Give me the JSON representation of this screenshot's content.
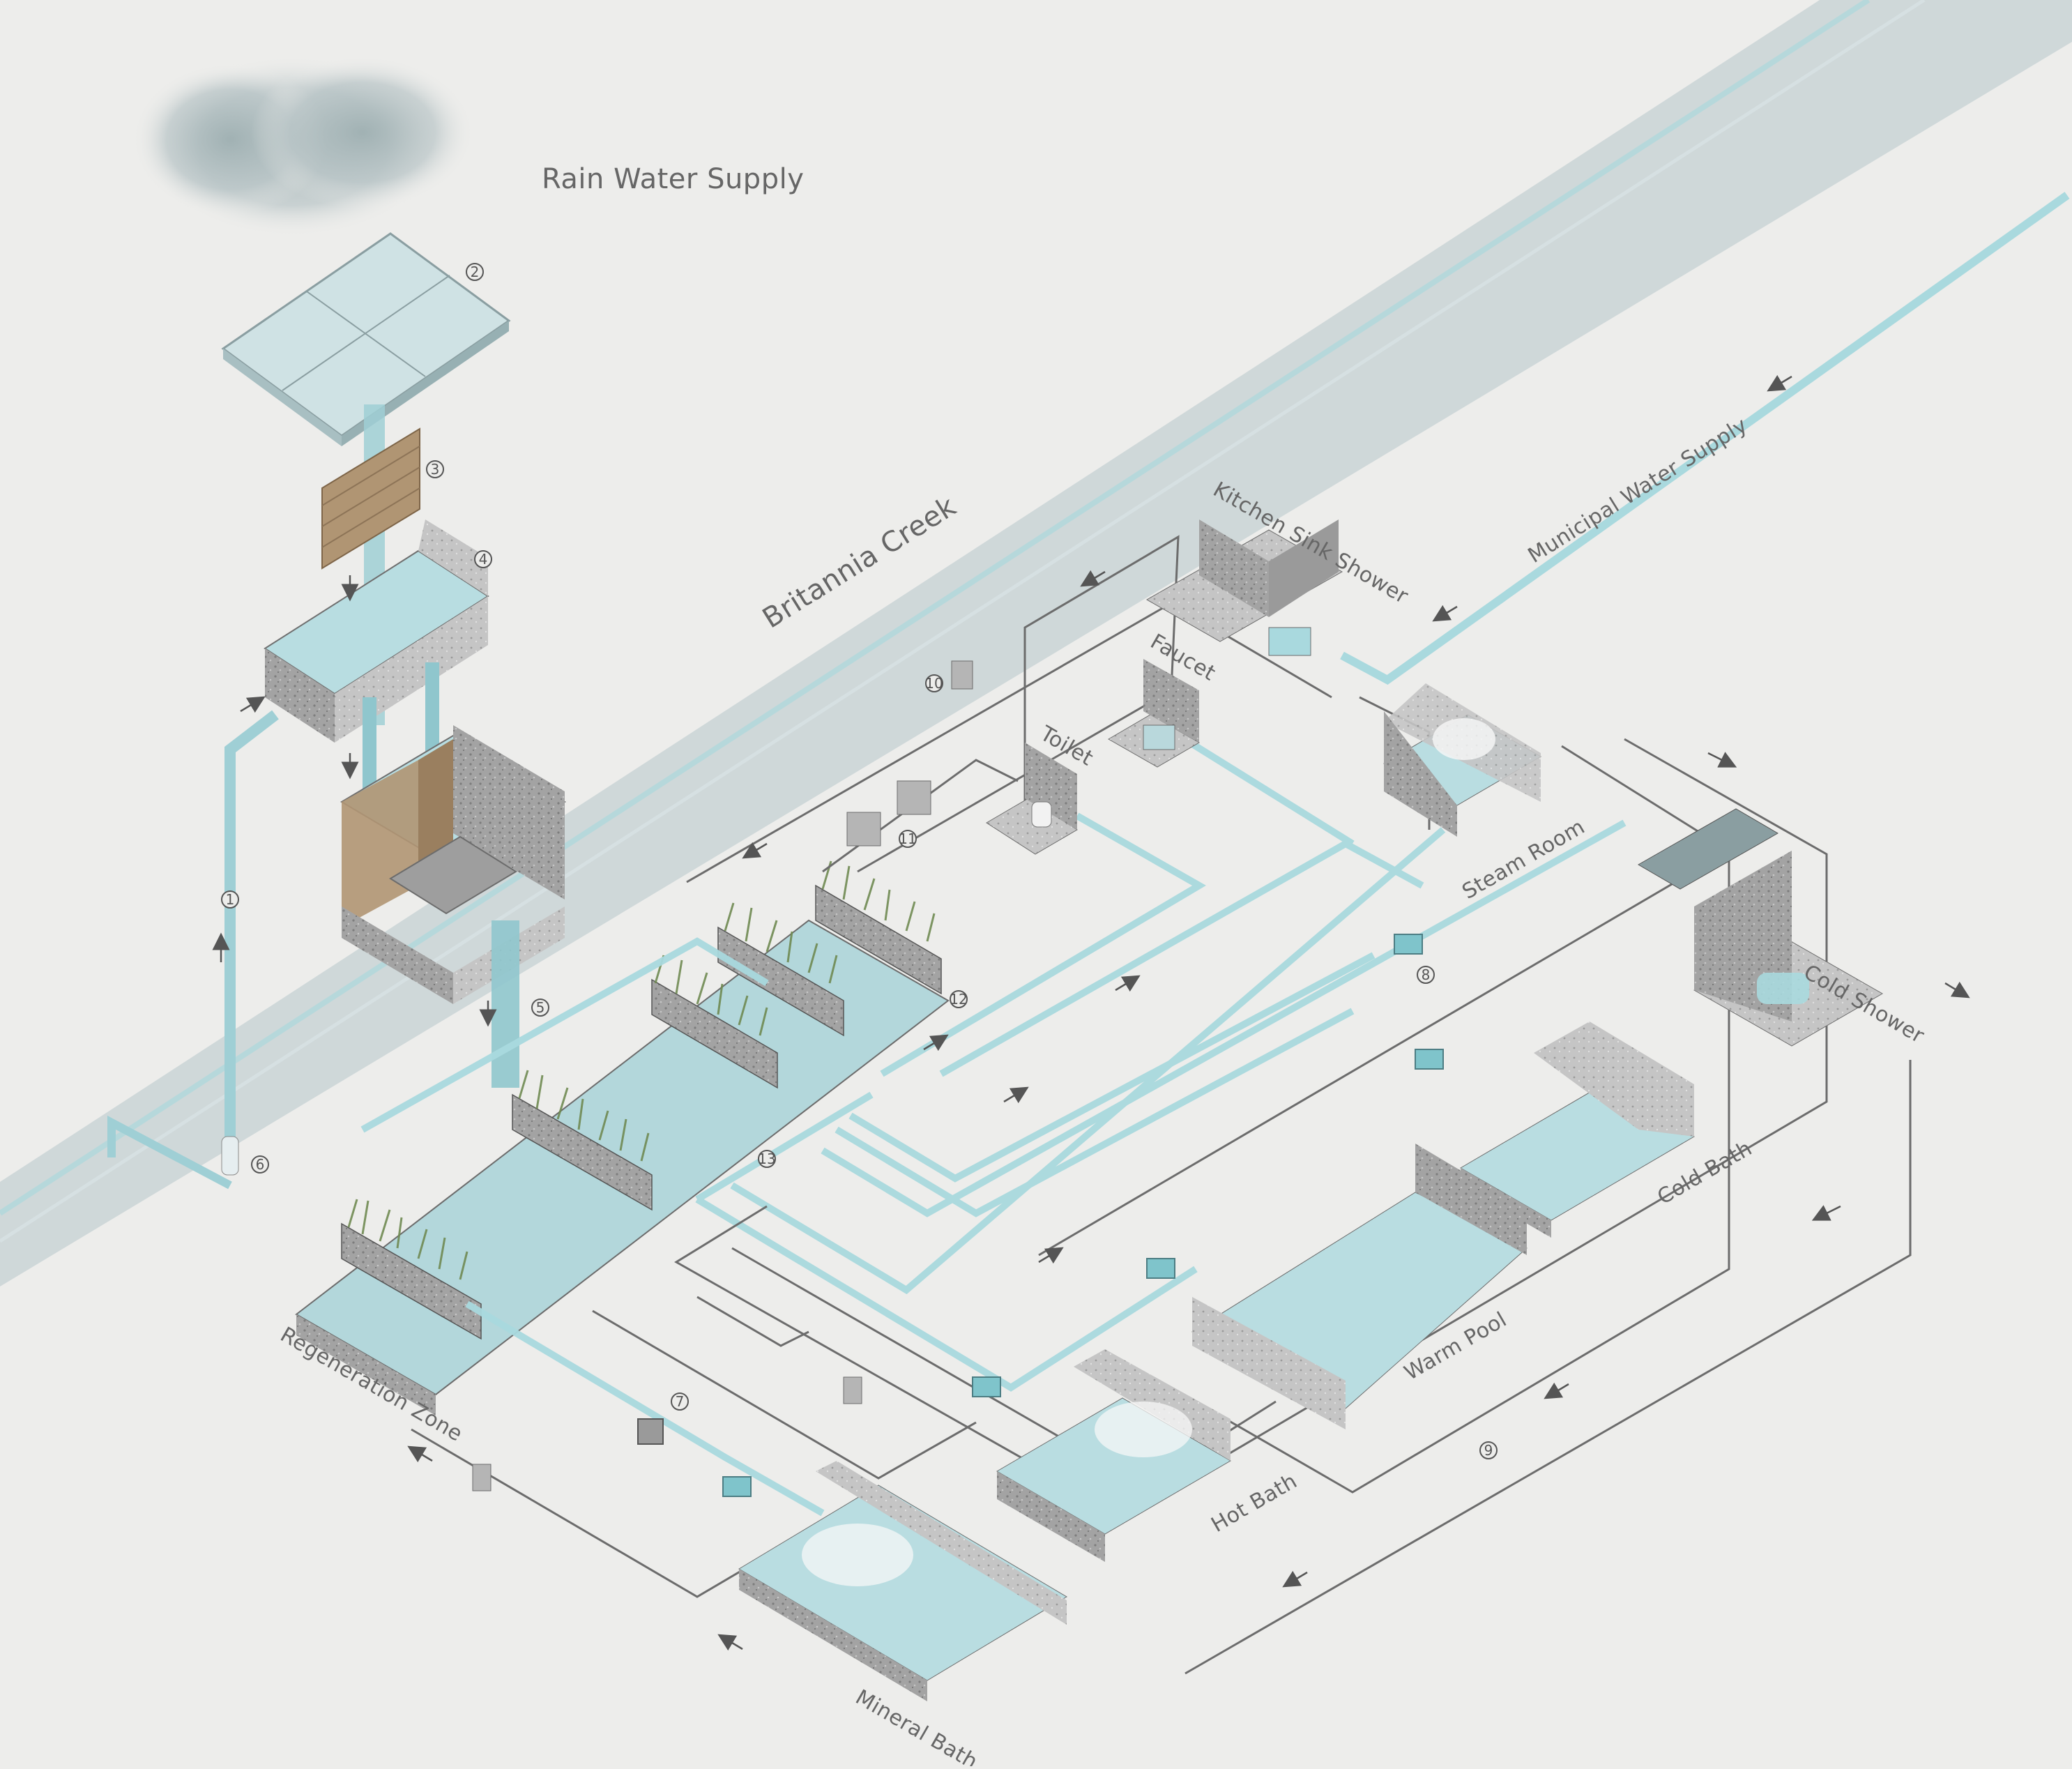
{
  "labels": {
    "rain": "Rain Water Supply",
    "creek": "Britannia Creek",
    "municipal": "Municipal Water Supply",
    "kitchen": "Kitchen Sink Shower",
    "faucet": "Faucet",
    "toilet": "Toilet",
    "steam": "Steam Room",
    "cold_shower": "Cold Shower",
    "cold_bath": "Cold Bath",
    "warm_pool": "Warm Pool",
    "hot_bath": "Hot Bath",
    "mineral_bath": "Mineral Bath",
    "regeneration": "Regeneration Zone"
  },
  "callouts": [
    "1",
    "2",
    "3",
    "4",
    "5",
    "6",
    "7",
    "8",
    "9",
    "10",
    "11",
    "12",
    "13"
  ],
  "colors": {
    "background": "#ededeb",
    "water": "#a9d9de",
    "water_dark": "#7fc4cb",
    "pipe_gray": "#6c6c6c",
    "concrete": "#9a9a9a",
    "creek": "#c9d3d6",
    "grass": "#6f8a52",
    "wood": "#b09573"
  }
}
